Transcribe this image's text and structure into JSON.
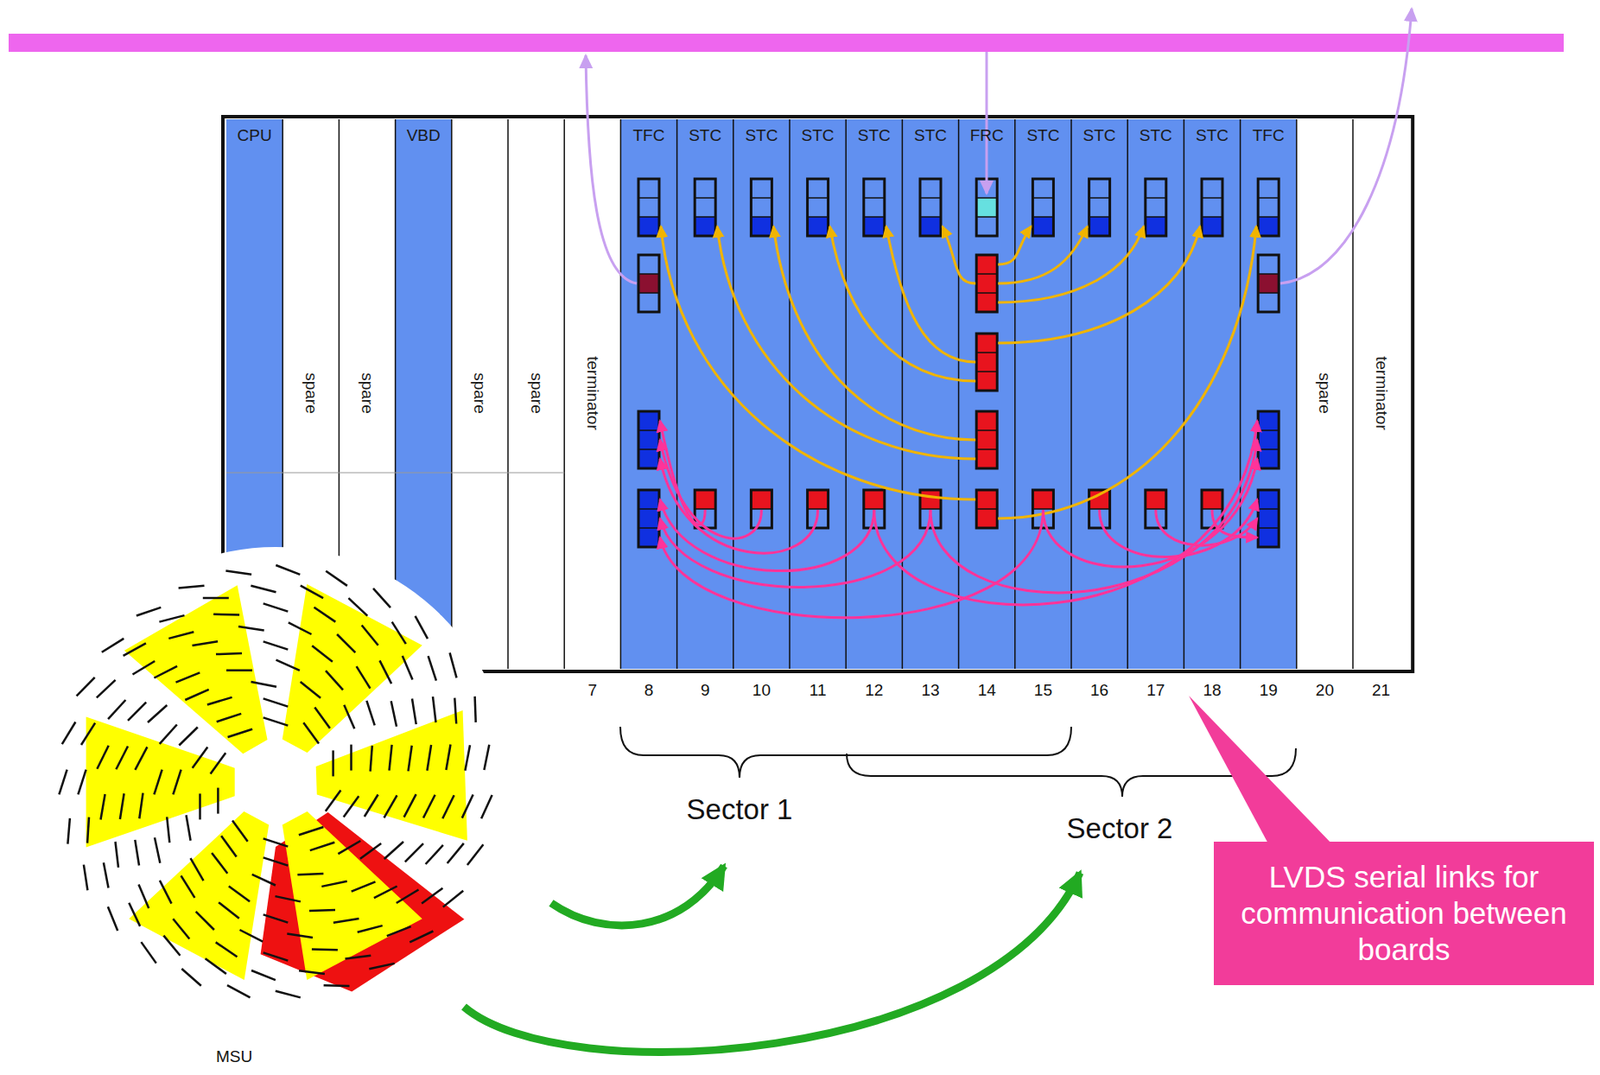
{
  "diagram": {
    "nodes": [
      {
        "text": [
          "CPU"
        ]
      },
      {
        "text": [
          "spare"
        ]
      },
      {
        "text": [
          "spare"
        ]
      },
      {
        "text": [
          "VBD"
        ]
      },
      {
        "text": [
          "spare"
        ]
      },
      {
        "text": [
          "spare"
        ]
      },
      {
        "text": [
          "terminator"
        ]
      },
      {
        "text": [
          "TFC"
        ]
      },
      {
        "text": [
          "STC"
        ]
      },
      {
        "text": [
          "STC"
        ]
      },
      {
        "text": [
          "STC"
        ]
      },
      {
        "text": [
          "STC"
        ]
      },
      {
        "text": [
          "STC"
        ]
      },
      {
        "text": [
          "FRC"
        ]
      },
      {
        "text": [
          "STC"
        ]
      },
      {
        "text": [
          "STC"
        ]
      },
      {
        "text": [
          "STC"
        ]
      },
      {
        "text": [
          "STC"
        ]
      },
      {
        "text": [
          "TFC"
        ]
      },
      {
        "text": [
          "spare"
        ]
      },
      {
        "text": [
          "terminator"
        ]
      },
      {
        "text": [
          "LVDS serial links for communication between boards"
        ]
      }
    ],
    "edges": [
      {
        "from": 13,
        "to": 12,
        "arrow": "to"
      },
      {
        "from": 13,
        "to": 11,
        "arrow": "to"
      },
      {
        "from": 13,
        "to": 10,
        "arrow": "to"
      },
      {
        "from": 13,
        "to": 9,
        "arrow": "to"
      },
      {
        "from": 13,
        "to": 8,
        "arrow": "to"
      },
      {
        "from": 13,
        "to": 7,
        "arrow": "to"
      },
      {
        "from": 13,
        "to": 14,
        "arrow": "to"
      },
      {
        "from": 13,
        "to": 15,
        "arrow": "to"
      },
      {
        "from": 13,
        "to": 16,
        "arrow": "to"
      },
      {
        "from": 13,
        "to": 17,
        "arrow": "to"
      },
      {
        "from": 13,
        "to": 18,
        "arrow": "to"
      },
      {
        "from": 8,
        "to": 7,
        "arrow": "to"
      },
      {
        "from": 9,
        "to": 7,
        "arrow": "to"
      },
      {
        "from": 10,
        "to": 7,
        "arrow": "to"
      },
      {
        "from": 11,
        "to": 7,
        "arrow": "to"
      },
      {
        "from": 12,
        "to": 7,
        "arrow": "to"
      },
      {
        "from": 14,
        "to": 7,
        "arrow": "to"
      },
      {
        "from": 11,
        "to": 18,
        "arrow": "to"
      },
      {
        "from": 12,
        "to": 18,
        "arrow": "to"
      },
      {
        "from": 14,
        "to": 18,
        "arrow": "to"
      },
      {
        "from": 15,
        "to": 18,
        "arrow": "to"
      },
      {
        "from": 16,
        "to": 18,
        "arrow": "to"
      },
      {
        "from": 17,
        "to": 18,
        "arrow": "to"
      }
    ],
    "labels": [
      "7",
      "8",
      "9",
      "10",
      "11",
      "12",
      "13",
      "14",
      "15",
      "16",
      "17",
      "18",
      "19",
      "20",
      "21",
      "Sector 1",
      "Sector 2",
      "MSU"
    ]
  }
}
